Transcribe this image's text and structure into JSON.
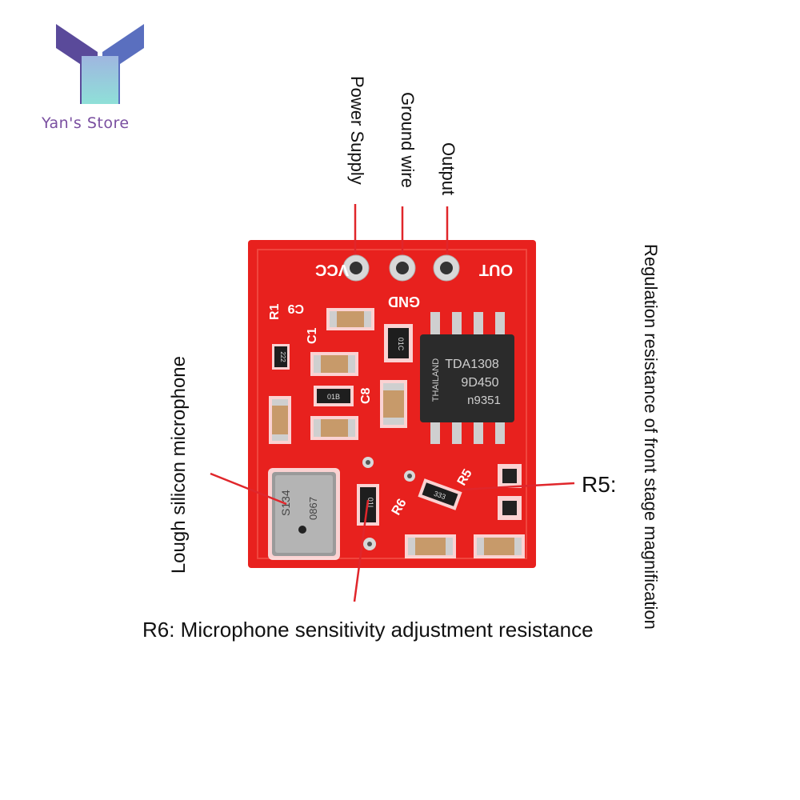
{
  "logo": {
    "text": "Yan's Store"
  },
  "labels": {
    "power_supply": "Power Supply",
    "ground_wire": "Ground wire",
    "output": "Output",
    "regulation": "Regulation resistance of front stage magnification",
    "microphone": "Lough silicon microphone",
    "r5": "R5:",
    "r6_caption": "R6: Microphone sensitivity adjustment resistance"
  },
  "board": {
    "pin_vcc": "VCC",
    "pin_gnd": "GND",
    "pin_out": "OUT",
    "chip_line1": "TDA1308",
    "chip_line2": "9D450",
    "chip_line3": "n9351",
    "chip_side": "THAILAND",
    "mic_line1": "S134",
    "mic_line2": "0867",
    "r1": "R1",
    "c1": "C1",
    "c9": "C9",
    "r6": "R6",
    "r5": "R5",
    "res_222": "222",
    "res_01b": "01B",
    "res_01c": "01C",
    "res_01i": "01I",
    "res_333": "333",
    "c8": "C8"
  },
  "colors": {
    "board_red": "#e8211e",
    "line_red": "#e0262b"
  }
}
